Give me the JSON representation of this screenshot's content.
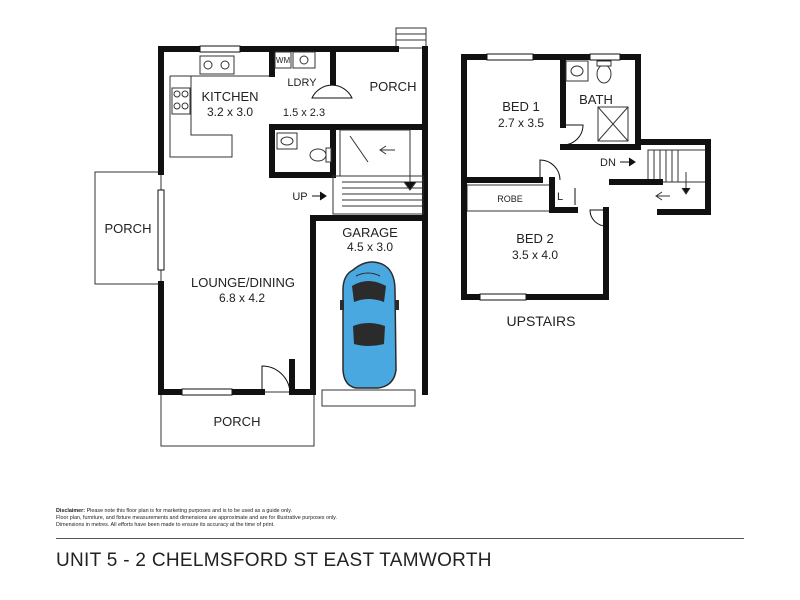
{
  "ground": {
    "kitchen": {
      "name": "KITCHEN",
      "dims": "3.2 x 3.0"
    },
    "laundry": {
      "name": "LDRY",
      "dims": "1.5 x 2.3",
      "wm": "WM"
    },
    "porch_top": {
      "name": "PORCH"
    },
    "porch_left": {
      "name": "PORCH"
    },
    "porch_bottom": {
      "name": "PORCH"
    },
    "lounge": {
      "name": "LOUNGE/DINING",
      "dims": "6.8 x 4.2"
    },
    "garage": {
      "name": "GARAGE",
      "dims": "4.5 x 3.0"
    },
    "stair_label": "UP"
  },
  "upstairs": {
    "bed1": {
      "name": "BED 1",
      "dims": "2.7 x 3.5"
    },
    "bath": {
      "name": "BATH"
    },
    "robe": {
      "name": "ROBE"
    },
    "linen": {
      "name": "L"
    },
    "bed2": {
      "name": "BED 2",
      "dims": "3.5 x 4.0"
    },
    "stair_label": "DN",
    "level_title": "UPSTAIRS"
  },
  "disclaimer": {
    "heading": "Disclaimer:",
    "line1": "Please note this floor plan is for marketing purposes and is to be used as a guide only.",
    "line2": "Floor plan, furniture, and fixture measurements and dimensions are approximate and are for illustrative purposes only.",
    "line3": "Dimensions in metres. All efforts have been made to ensure its accuracy at the time of print."
  },
  "address": "UNIT 5 - 2 CHELMSFORD ST EAST TAMWORTH",
  "colors": {
    "wall": "#111111",
    "car": "#4aa8e0",
    "car_dark": "#2b2b2b",
    "thin_line": "#333333"
  }
}
